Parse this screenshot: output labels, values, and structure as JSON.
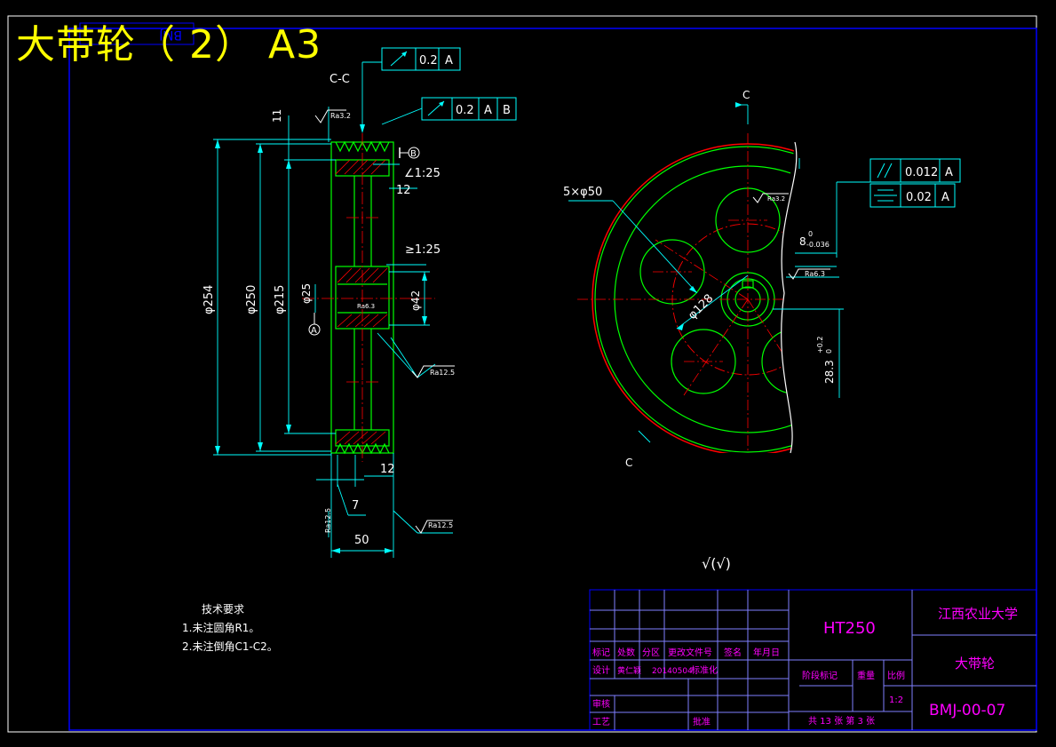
{
  "drawing_title": "大带轮（ 2） A3",
  "ghost_code": "BMJ",
  "section_label": "C-C",
  "view_label_c": "C",
  "tolerance_frames": {
    "top_left": {
      "value": "0.2",
      "datum": "A"
    },
    "left_runout": {
      "value": "0.2",
      "datum1": "A",
      "datum2": "B"
    },
    "right_parallel": {
      "value": "0.012",
      "datum": "A"
    },
    "right_symmetry": {
      "value": "0.02",
      "datum": "A"
    }
  },
  "roughness": {
    "top": "Ra3.2",
    "bore": "Ra6.3",
    "web": "Ra12.5",
    "side_left": "Ra12.5",
    "side_right": "Ra12.5",
    "hole": "Ra3.2",
    "keyway": "Ra6.3"
  },
  "dimensions": {
    "d254": "φ254",
    "d250": "φ250",
    "d215": "φ215",
    "d25": "φ25",
    "d42": "φ42",
    "d128": "φ128",
    "holes": "5×φ50",
    "w11": "11",
    "w12_top": "12",
    "w12_bottom": "12",
    "w7": "7",
    "w50": "50",
    "taper1": "∠1:25",
    "taper2": "≥1:25",
    "key_width": "8",
    "key_width_tol_upper": "0",
    "key_width_tol_lower": "-0.036",
    "key_depth": "28.3",
    "key_depth_tol_upper": "+0.2",
    "key_depth_tol_lower": "0"
  },
  "datums": {
    "A": "A",
    "B": "B"
  },
  "general_roughness": "√(√)",
  "tech_requirements": {
    "heading": "技术要求",
    "items": [
      "1.未注圆角R1。",
      "2.未注倒角C1-C2。"
    ]
  },
  "title_block": {
    "material": "HT250",
    "school": "江西农业大学",
    "part_name": "大带轮",
    "drawing_no": "BMJ-00-07",
    "scale_label": "比例",
    "scale_value": "1:2",
    "weight_label": "重量",
    "stage_label": "阶段标记",
    "sheets": "共 13 张 第 3 张",
    "row_headers": [
      "标记",
      "处数",
      "分区",
      "更改文件号",
      "签名",
      "年月日"
    ],
    "design_label": "设计",
    "designer": "黄仁颖",
    "design_date": "20140504",
    "standard_label": "标准化",
    "review_label": "审核",
    "process_label": "工艺",
    "approve_label": "批准"
  },
  "colors": {
    "outline": "#00ff00",
    "dimension": "#00ffff",
    "center": "#ff0000",
    "hatch": "#ff0000",
    "frame": "#0000ff",
    "title_text": "#ff00ff",
    "title_block_lines": "#8080ff",
    "overlay_title": "#ffff00",
    "white": "#ffffff"
  }
}
